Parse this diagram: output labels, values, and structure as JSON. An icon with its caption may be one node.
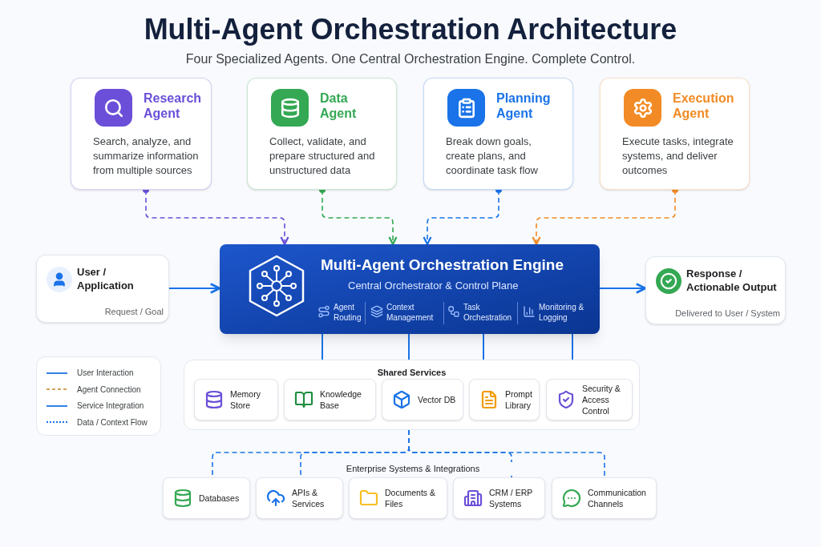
{
  "diagram": {
    "title": "Multi-Agent Orchestration Architecture",
    "nodes": [
      {
        "text": [
          "Research Agent",
          "Search, analyze, and summarize information from multiple sources"
        ]
      },
      {
        "text": [
          "Data Agent",
          "Collect, validate, and prepare structured and unstructured data"
        ]
      },
      {
        "text": [
          "Planning Agent",
          "Break down goals, create plans, and coordinate task flow"
        ]
      },
      {
        "text": [
          "Execution Agent",
          "Execute tasks, integrate systems, and deliver outcomes"
        ]
      },
      {
        "text": [
          "User / Application",
          "Request / Goal"
        ]
      },
      {
        "text": [
          "Multi-Agent Orchestration Engine",
          "Central Orchestrator & Control Plane"
        ]
      },
      {
        "text": [
          "Response / Actionable Output",
          "Delivered to User / System"
        ]
      },
      {
        "text": [
          "Shared Services"
        ]
      },
      {
        "text": [
          "Memory Store"
        ],
        "in": 7
      },
      {
        "text": [
          "Knowledge Base"
        ],
        "in": 7
      },
      {
        "text": [
          "Vector DB"
        ],
        "in": 7
      },
      {
        "text": [
          "Prompt Library"
        ],
        "in": 7
      },
      {
        "text": [
          "Security & Access Control"
        ],
        "in": 7
      },
      {
        "text": [
          "Databases"
        ]
      },
      {
        "text": [
          "APIs & Services"
        ]
      },
      {
        "text": [
          "Documents & Files"
        ]
      },
      {
        "text": [
          "CRM / ERP Systems"
        ]
      },
      {
        "text": [
          "Communication Channels"
        ]
      }
    ],
    "edges": [
      {
        "from": 0,
        "to": 5,
        "arrow": "to",
        "style": "dashed",
        "color": "#6b4fd8"
      },
      {
        "from": 1,
        "to": 5,
        "arrow": "to",
        "style": "dashed",
        "color": "#34a853"
      },
      {
        "from": 2,
        "to": 5,
        "arrow": "to",
        "style": "dashed",
        "color": "#1a73e8"
      },
      {
        "from": 3,
        "to": 5,
        "arrow": "to",
        "style": "dashed",
        "color": "#f28b25"
      },
      {
        "from": 4,
        "to": 5,
        "arrow": "to"
      },
      {
        "from": 5,
        "to": 6,
        "arrow": "to"
      },
      {
        "from": 5,
        "to": 7,
        "arrow": "none"
      },
      {
        "from": 5,
        "to": 7,
        "arrow": "none"
      },
      {
        "from": 5,
        "to": 7,
        "arrow": "none"
      },
      {
        "from": 5,
        "to": 7,
        "arrow": "none"
      },
      {
        "from": 7,
        "to": 13,
        "arrow": "none",
        "style": "dashed"
      },
      {
        "from": 7,
        "to": 14,
        "arrow": "none",
        "style": "dashed"
      },
      {
        "from": 7,
        "to": 16,
        "arrow": "none",
        "style": "dashed"
      },
      {
        "from": 7,
        "to": 17,
        "arrow": "none",
        "style": "dashed"
      }
    ],
    "labels": [
      "Four Specialized Agents. One Central Orchestration Engine. Complete Control.",
      "Agent Routing",
      "Context Management",
      "Task Orchestration",
      "Monitoring & Logging",
      "Enterprise Systems & Integrations"
    ],
    "legend": [
      {
        "text": "User Interaction"
      },
      {
        "text": "Agent Connection"
      },
      {
        "text": "Service Integration"
      },
      {
        "text": "Data / Context Flow"
      }
    ]
  }
}
